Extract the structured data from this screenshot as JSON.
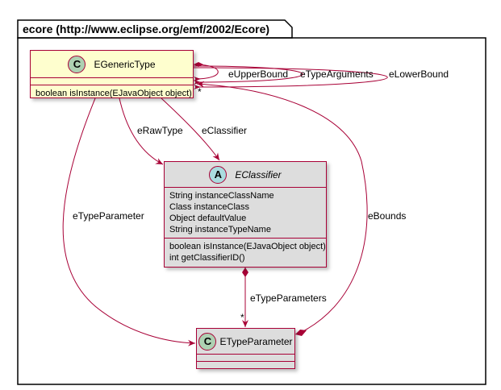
{
  "package": {
    "title": "ecore (http://www.eclipse.org/emf/2002/Ecore)"
  },
  "classes": {
    "egenerictype": {
      "stereotype": "C",
      "name": "EGenericType",
      "attributes": [],
      "methods": [
        "boolean isInstance(EJavaObject object)"
      ]
    },
    "eclassifier": {
      "stereotype": "A",
      "name": "EClassifier",
      "attributes": [
        "String instanceClassName",
        "Class instanceClass",
        "Object defaultValue",
        "String instanceTypeName"
      ],
      "methods": [
        "boolean isInstance(EJavaObject object)",
        "int getClassifierID()"
      ]
    },
    "etypeparameter": {
      "stereotype": "C",
      "name": "ETypeParameter",
      "attributes": [],
      "methods": []
    }
  },
  "relations": {
    "eUpperBound": "eUpperBound",
    "eTypeArguments": "eTypeArguments",
    "eLowerBound": "eLowerBound",
    "eRawType": "eRawType",
    "eClassifier": "eClassifier",
    "eTypeParameter": "eTypeParameter",
    "eBounds": "eBounds",
    "eTypeParameters": "eTypeParameters",
    "many_marker": "*"
  },
  "colors": {
    "border": "#a80036",
    "class_fill": "#fefece",
    "abstract_fill": "#dddddd",
    "class_badge": "#add1b2",
    "abstract_badge": "#a9dcdf"
  }
}
